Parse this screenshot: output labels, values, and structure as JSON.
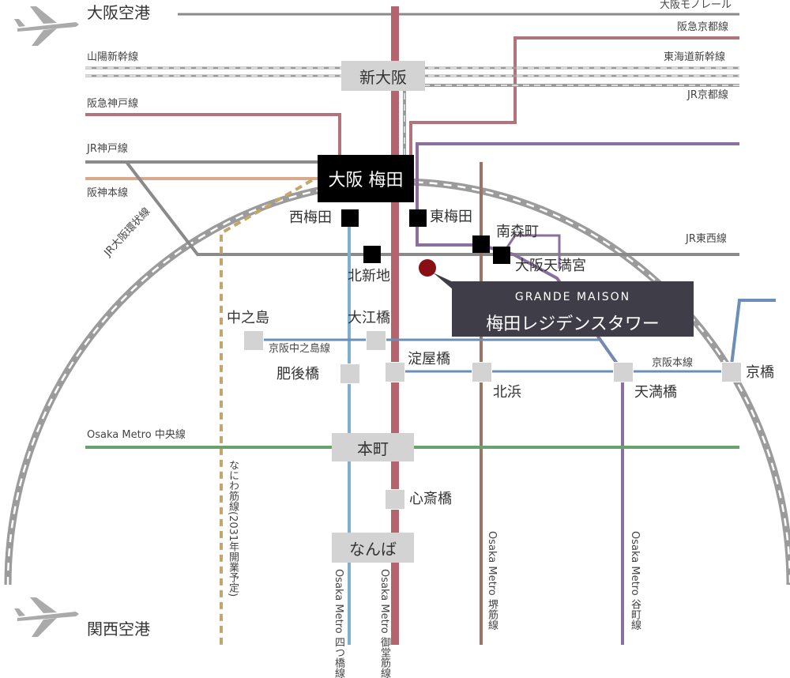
{
  "airports": {
    "itami": "大阪空港",
    "kansai": "関西空港"
  },
  "lines": {
    "osaka_monorail": "大阪モノレール",
    "hankyu_kyoto": "阪急京都線",
    "sanyo_shinkansen": "山陽新幹線",
    "tokaido_shinkansen": "東海道新幹線",
    "jr_kyoto": "JR京都線",
    "hankyu_kobe": "阪急神戸線",
    "jr_kobe": "JR神戸線",
    "hanshin": "阪神本線",
    "jr_loop": "JR大阪環状線",
    "jr_tozai": "JR東西線",
    "keihan_nakanoshima": "京阪中之島線",
    "keihan_main": "京阪本線",
    "chuo": "Osaka Metro 中央線",
    "naniwasuji": "なにわ筋線(2031年開業予定)",
    "yotsubashi": "Osaka Metro 四つ橋線",
    "midosuji": "Osaka Metro 御堂筋線",
    "sakaisuji": "Osaka Metro 堺筋線",
    "tanimachi": "Osaka Metro 谷町線"
  },
  "stations": {
    "shin_osaka": "新大阪",
    "osaka_umeda": "大阪 梅田",
    "nishi_umeda": "西梅田",
    "higashi_umeda": "東梅田",
    "minami_morimachi": "南森町",
    "osaka_tenmangu": "大阪天満宮",
    "kitashinchi": "北新地",
    "nakanoshima": "中之島",
    "oebashi": "大江橋",
    "yodoyabashi": "淀屋橋",
    "higobashi": "肥後橋",
    "kitahama": "北浜",
    "tenmabashi": "天満橋",
    "kyobashi": "京橋",
    "honmachi": "本町",
    "shinsaibashi": "心斎橋",
    "namba": "なんば"
  },
  "property": {
    "brand": "GRANDE MAISON",
    "name": "梅田レジデンスタワー"
  },
  "colors": {
    "midosuji": "#b5646e",
    "yotsubashi": "#80aecd",
    "sakaisuji": "#9a7563",
    "tanimachi": "#8b6f9e",
    "chuo": "#6aa26e",
    "keihan": "#6b8fb6",
    "naniwasuji": "#c4a56b",
    "hankyu": "#b4727a",
    "hanshin": "#d8a98a",
    "gray_line": "#8a8a8a",
    "marker": "#8a0f14",
    "callout_bg": "#3f3e48"
  }
}
